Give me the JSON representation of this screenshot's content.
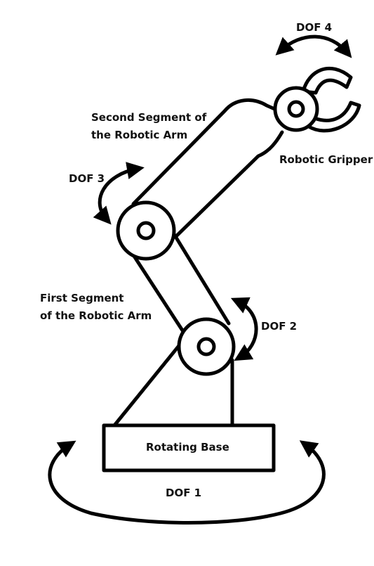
{
  "labels": {
    "dof4": "DOF 4",
    "second_segment": [
      "Second Segment of",
      "the Robotic Arm"
    ],
    "robotic_gripper": "Robotic Gripper",
    "dof3": "DOF 3",
    "first_segment": [
      "First Segment",
      "of the Robotic Arm"
    ],
    "dof2": "DOF 2",
    "rotating_base": "Rotating Base",
    "dof1": "DOF 1"
  },
  "colors": {
    "stroke": "#000000",
    "fill": "#ffffff",
    "text": "#111111"
  }
}
